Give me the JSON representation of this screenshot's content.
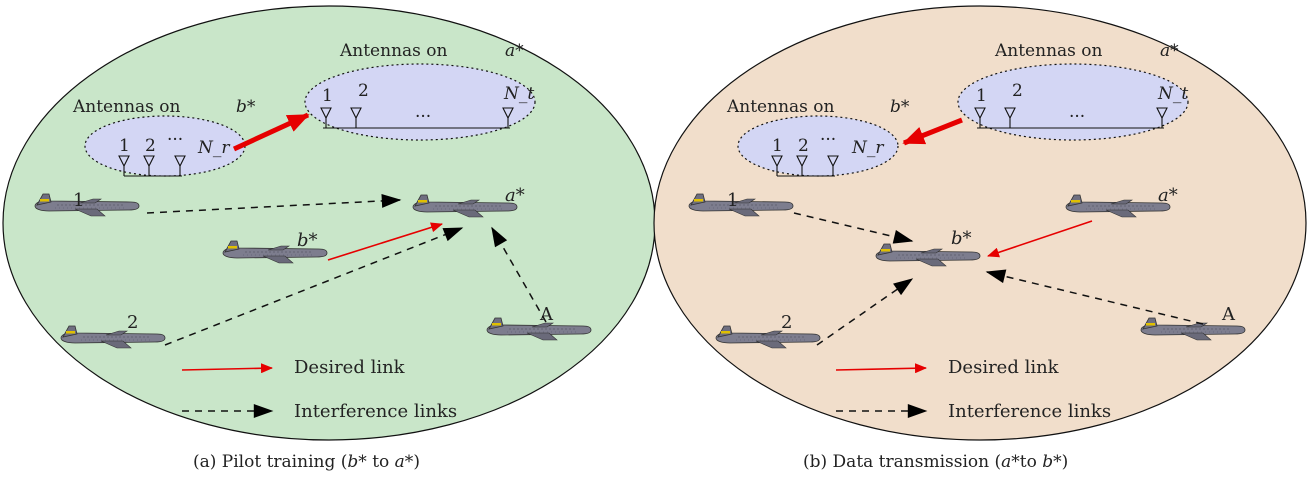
{
  "panel_a": {
    "caption_prefix": "(a) Pilot training",
    "caption_from": "b*",
    "caption_to_word": "to",
    "caption_to": "a*",
    "tx_group": {
      "title": "Antennas on",
      "title_var": "b*",
      "labels": [
        "1",
        "2",
        "···",
        "N_r"
      ]
    },
    "rx_group": {
      "title": "Antennas on",
      "title_var": "a*",
      "labels": [
        "1",
        "2",
        "···",
        "N_t"
      ]
    },
    "aircraft": [
      "1",
      "b*",
      "2",
      "a*",
      "A"
    ],
    "legend": {
      "desired": "Desired link",
      "interference": "Interference links"
    }
  },
  "panel_b": {
    "caption_prefix": "(b) Data transmission",
    "caption_from": "a*",
    "caption_to_word": "to",
    "caption_to": "b*",
    "rx_group": {
      "title": "Antennas on",
      "title_var": "b*",
      "labels": [
        "1",
        "2",
        "···",
        "N_r"
      ]
    },
    "tx_group": {
      "title": "Antennas on",
      "title_var": "a*",
      "labels": [
        "1",
        "2",
        "···",
        "N_t"
      ]
    },
    "aircraft": [
      "1",
      "b*",
      "2",
      "a*",
      "A"
    ],
    "legend": {
      "desired": "Desired link",
      "interference": "Interference links"
    }
  },
  "colors": {
    "panel_a_fill": "#c9e6c9",
    "panel_b_fill": "#f1decb",
    "antenna_group_fill": "#d3d6f4",
    "desired_link": "#e60000",
    "interference_link": "#111111",
    "aircraft_body": "#7d7d8e"
  }
}
